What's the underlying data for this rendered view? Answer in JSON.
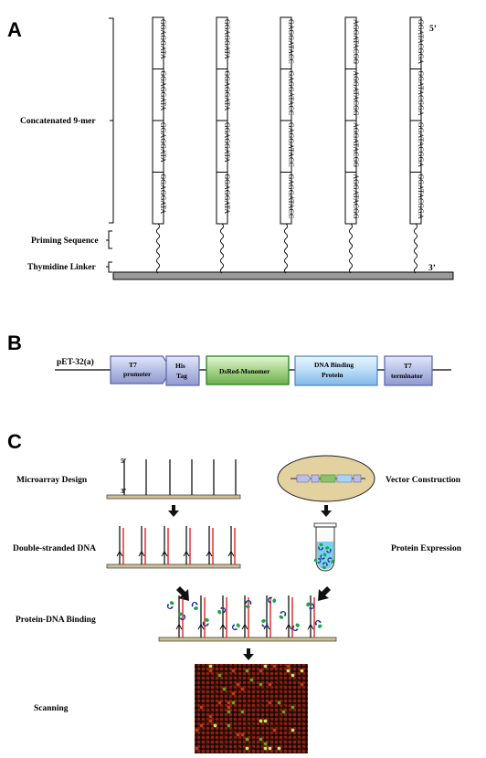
{
  "panel_a": {
    "letter": "A",
    "label_concat": "Concatenated 9-mer",
    "label_priming": "Priming Sequence",
    "label_linker": "Thymidine Linker",
    "end5": "5’",
    "end3": "3’",
    "probes": [
      [
        "GGAGGATA",
        "GGAGGATA",
        "GGAGGATA",
        "GGAGGATA"
      ],
      [
        "GGAGGATA",
        "GGAGGATA",
        "GGAGGATA",
        "GGAGGATA"
      ],
      [
        "GAGGATACC",
        "GAGGATACC",
        "GAGGATACC",
        "GAGGATACC"
      ],
      [
        "AGGATACGG",
        "AGGATACGG",
        "AGGATACGG",
        "AGGATACGG"
      ],
      [
        "GGATACGGA",
        "GGATACGGA",
        "GGATACGGA",
        "GGATACGGA"
      ]
    ]
  },
  "panel_b": {
    "letter": "B",
    "vector": "pET-32(a)",
    "elements": [
      {
        "id": "t7-promoter",
        "line1": "T7",
        "line2": "promoter",
        "color": "#b7bfe6"
      },
      {
        "id": "his-tag",
        "line1": "His",
        "line2": "Tag",
        "color": "#b7bfe6"
      },
      {
        "id": "dsred",
        "line1": "DsRed-Monomer",
        "line2": "",
        "color": "#8cc26c"
      },
      {
        "id": "dna-binding",
        "line1": "DNA Binding",
        "line2": "Protein",
        "color": "#a9d3f5"
      },
      {
        "id": "t7-terminator",
        "line1": "T7",
        "line2": "terminator",
        "color": "#b7bfe6"
      }
    ]
  },
  "panel_c": {
    "letter": "C",
    "microarray_design": "Microarray Design",
    "vector_construction": "Vector Construction",
    "double_stranded": "Double-stranded DNA",
    "protein_expression": "Protein Expression",
    "protein_dna_binding": "Protein-DNA Binding",
    "scanning": "Scanning",
    "end5": "5’",
    "end3": "3’"
  }
}
